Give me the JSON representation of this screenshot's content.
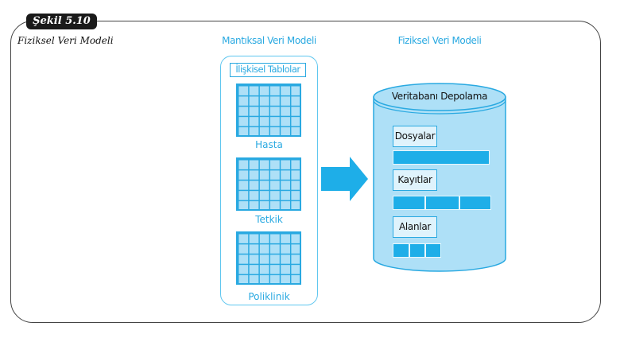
{
  "figure": {
    "badge": "Şekil 5.10",
    "title": "Fiziksel Veri Modeli"
  },
  "logical": {
    "heading": "Mantıksal Veri Modeli",
    "box_label": "İlişkisel Tablolar",
    "tables": [
      {
        "label": "Hasta"
      },
      {
        "label": "Tetkik"
      },
      {
        "label": "Poliklinik"
      }
    ]
  },
  "physical": {
    "heading": "Fiziksel Veri Modeli",
    "storage_label": "Veritabanı Depolama",
    "levels": [
      {
        "label": "Dosyalar",
        "segments": 1
      },
      {
        "label": "Kayıtlar",
        "segments": 3
      },
      {
        "label": "Alanlar",
        "segments": 3
      }
    ]
  },
  "colors": {
    "accent": "#29a9e1",
    "fill": "#aee0f7",
    "arrow": "#1eaee8"
  }
}
